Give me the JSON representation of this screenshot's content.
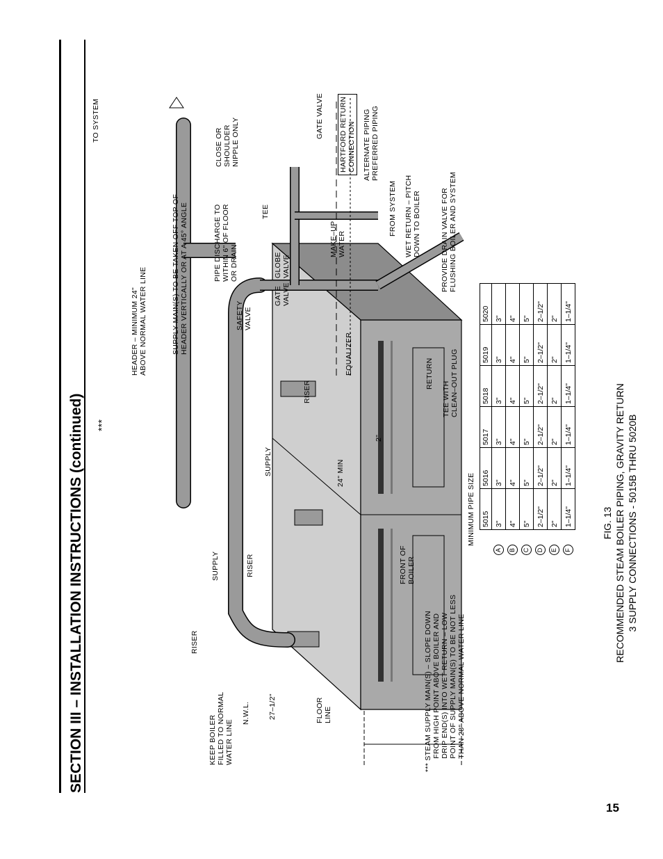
{
  "section_title": "SECTION III – INSTALLATION INSTRUCTIONS (continued)",
  "page_number": "15",
  "figure": {
    "number": "FIG. 13",
    "caption_line1": "RECOMMENDED STEAM BOILER PIPING, GRAVITY RETURN",
    "caption_line2": "3 SUPPLY CONNECTIONS - 5015B THRU 5020B"
  },
  "labels": {
    "to_system": "TO SYSTEM",
    "triple_star": "***",
    "header": "HEADER – MINIMUM 24\"\nABOVE NORMAL WATER LINE",
    "supply_mains": "SUPPLY MAIN(S) TO BE TAKEN OFF TOP OF\nHEADER VERTICALLY OR AT A 45° ANGLE",
    "safety_valve": "SAFETY\nVALVE",
    "pipe_discharge": "PIPE DISCHARGE TO\nWITHIN 6\" OF FLOOR\nOR DRAIN",
    "gate_valve": "GATE\nVALVE",
    "globe_valve": "GLOBE\nVALVE",
    "tee": "TEE",
    "make_up_water": "MAKE–UP\nWATER",
    "close_nipple": "CLOSE OR\nSHOULDER\nNIPPLE ONLY",
    "gate_valve_top": "GATE VALVE",
    "hartford": "HARTFORD RETURN\nCONNECTION",
    "alternate_piping": "ALTERNATE PIPING",
    "preferred_piping": "PREFERRED PIPING",
    "from_system": "FROM SYSTEM",
    "wet_return": "WET RETURN – PITCH\nDOWN TO BOILER",
    "drain_valve": "PROVIDE DRAIN VALVE FOR\nFLUSHING BOILER AND SYSTEM",
    "return": "RETURN",
    "tee_cleanout": "TEE WITH\nCLEAN–OUT PLUG",
    "equalizer": "EQUALIZER",
    "riser": "RISER",
    "supply": "SUPPLY",
    "min_24": "24\" MIN",
    "two_in": "2\"",
    "front_of_boiler": "FRONT OF\nBOILER",
    "keep_boiler": "KEEP BOILER\nFILLED TO NORMAL\nWATER LINE",
    "nwl": "N.W.L.",
    "dim_27": "27–1/2\"",
    "floor_line": "FLOOR\nLINE",
    "footnote": "*** STEAM SUPPLY MAIN(S) – SLOPE DOWN\n      FROM HIGH POINT ABOVE BOILER AND\n      DRIP END(S) INTO WET RETURN – LOW\n      POINT OF SUPPLY MAIN(S) TO BE NOT LESS\n      THAN 28\" ABOVE NORMAL WATER LINE"
  },
  "callouts": [
    "A",
    "B",
    "C",
    "D",
    "E",
    "F"
  ],
  "pipe_table": {
    "title": "MINIMUM PIPE SIZE",
    "columns": [
      "5015",
      "5016",
      "5017",
      "5018",
      "5019",
      "5020"
    ],
    "rows": [
      {
        "key": "A",
        "values": [
          "3\"",
          "3\"",
          "3\"",
          "3\"",
          "3\"",
          "3\""
        ]
      },
      {
        "key": "B",
        "values": [
          "4\"",
          "4\"",
          "4\"",
          "4\"",
          "4\"",
          "4\""
        ]
      },
      {
        "key": "C",
        "values": [
          "5\"",
          "5\"",
          "5\"",
          "5\"",
          "5\"",
          "5\""
        ]
      },
      {
        "key": "D",
        "values": [
          "2–1/2\"",
          "2–1/2\"",
          "2–1/2\"",
          "2–1/2\"",
          "2–1/2\"",
          "2–1/2\""
        ]
      },
      {
        "key": "E",
        "values": [
          "2\"",
          "2\"",
          "2\"",
          "2\"",
          "2\"",
          "2\""
        ]
      },
      {
        "key": "F",
        "values": [
          "1–1/4\"",
          "1–1/4\"",
          "1–1/4\"",
          "1–1/4\"",
          "1–1/4\"",
          "1–1/4\""
        ]
      }
    ]
  },
  "colors": {
    "boiler_top": "#cfcfcf",
    "boiler_front": "#a9a9a9",
    "boiler_side": "#8c8c8c",
    "pipe": "#9a9a9a",
    "pipe_dark": "#5a5a5a"
  }
}
